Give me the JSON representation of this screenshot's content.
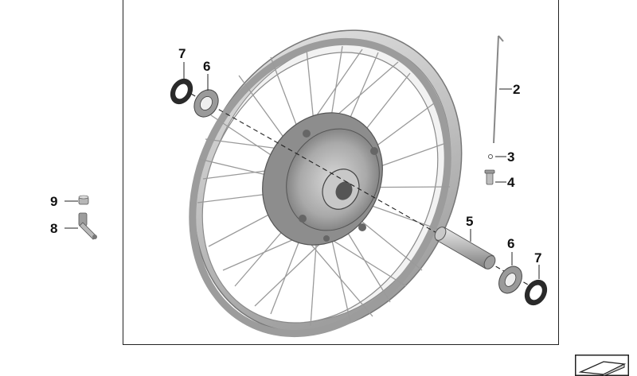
{
  "diagram": {
    "callouts": [
      {
        "id": "c7a",
        "label": "7"
      },
      {
        "id": "c6a",
        "label": "6"
      },
      {
        "id": "c2",
        "label": "2"
      },
      {
        "id": "c3",
        "label": "3"
      },
      {
        "id": "c4",
        "label": "4"
      },
      {
        "id": "c9",
        "label": "9"
      },
      {
        "id": "c8",
        "label": "8"
      },
      {
        "id": "c5",
        "label": "5"
      },
      {
        "id": "c6b",
        "label": "6"
      },
      {
        "id": "c7b",
        "label": "7"
      }
    ]
  },
  "icons": {
    "corner": "diagram-reference-icon"
  }
}
